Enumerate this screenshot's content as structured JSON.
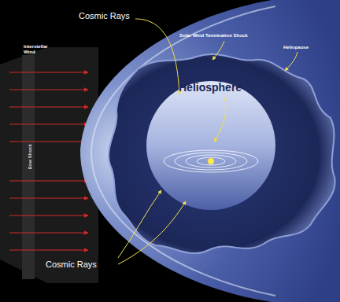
{
  "diagram": {
    "labels": [
      "Cosmic Rays",
      "Interstellar Wind",
      "Solar Wind Termination Shock",
      "Heliopause",
      "Bow Shock",
      "Heliosphere",
      "Cosmic Rays"
    ]
  }
}
